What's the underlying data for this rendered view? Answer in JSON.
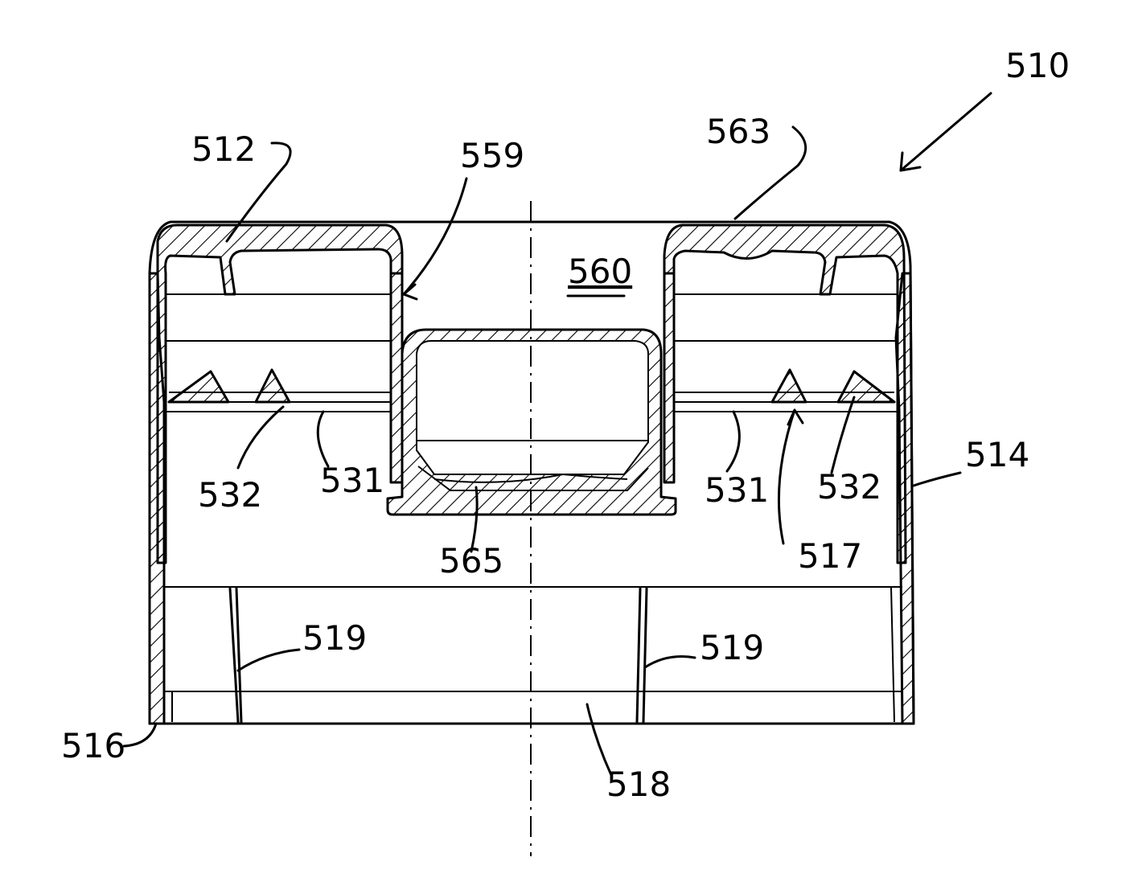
{
  "figure": {
    "labels": {
      "assembly": "510",
      "top_wall": "512",
      "skirt": "514",
      "lower_edge": "516",
      "ledge": "517",
      "base": "518",
      "rib_left": "519",
      "rib_right": "519",
      "ring_left": "531",
      "ring_right": "531",
      "tooth_left": "532",
      "tooth_right": "532",
      "well_wall": "559",
      "well": "560",
      "recess": "563",
      "insert_floor": "565"
    }
  }
}
